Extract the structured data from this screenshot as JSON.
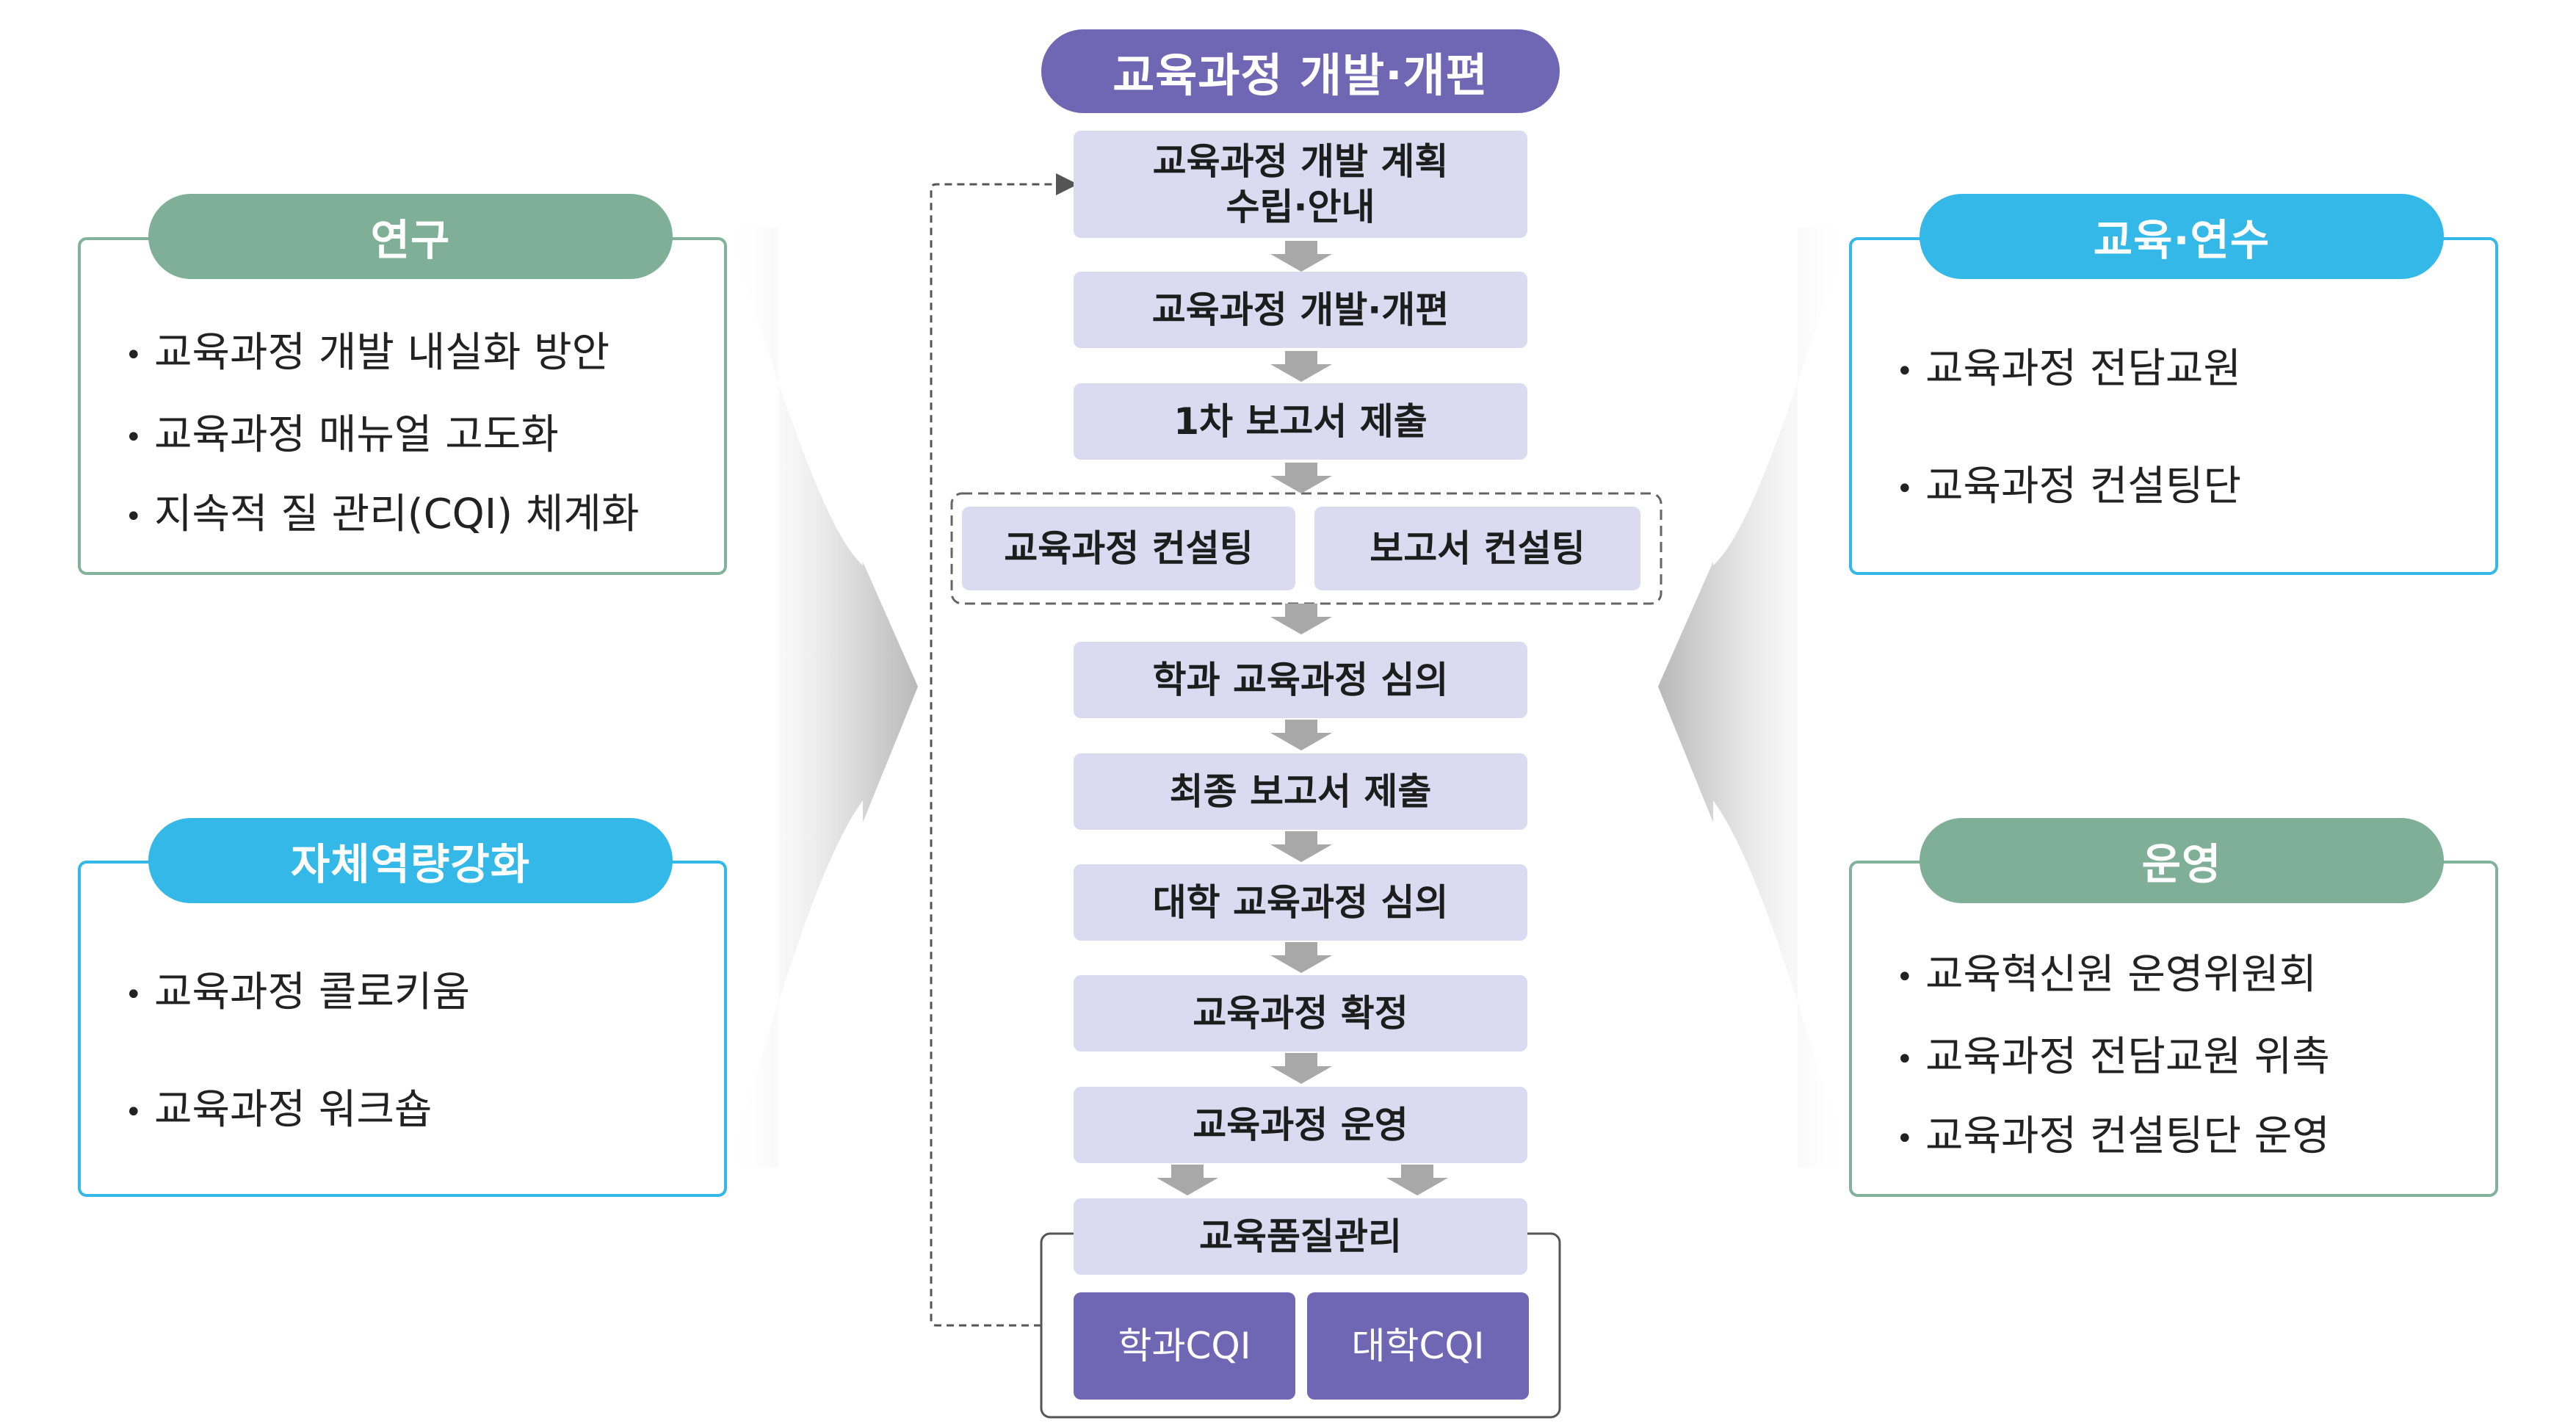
{
  "title": "교육과정 개발·개편",
  "steps": [
    "교육과정 개발 계획\n수립·안내",
    "교육과정 개발·개편",
    "1차 보고서 제출",
    "교육과정 컨설팅",
    "보고서 컨설팅",
    "학과 교육과정 심의",
    "최종 보고서 제출",
    "대학 교육과정 심의",
    "교육과정 확정",
    "교육과정 운영",
    "교육품질관리",
    "학과CQI",
    "대학CQI"
  ],
  "panels": {
    "research": {
      "title": "연구",
      "items": [
        "교육과정 개발 내실화 방안",
        "교육과정 매뉴얼 고도화",
        "지속적 질 관리(CQI) 체계화"
      ]
    },
    "capacity": {
      "title": "자체역량강화",
      "items": [
        "교육과정 콜로키움",
        "교육과정 워크숍"
      ]
    },
    "education": {
      "title": "교육·연수",
      "items": [
        "교육과정 전담교원",
        "교육과정 컨설팅단"
      ]
    },
    "operation": {
      "title": "운영",
      "items": [
        "교육혁신원 운영위원회",
        "교육과정 전담교원 위촉",
        "교육과정 컨설팅단 운영"
      ]
    }
  },
  "bullet_glyph": "•",
  "colors": {
    "purple": "#6f67b4",
    "lavender": "#dcdaf0",
    "green": "#7fb097",
    "blue": "#33b8e8",
    "arrow_gray": "#a8a8a8"
  }
}
